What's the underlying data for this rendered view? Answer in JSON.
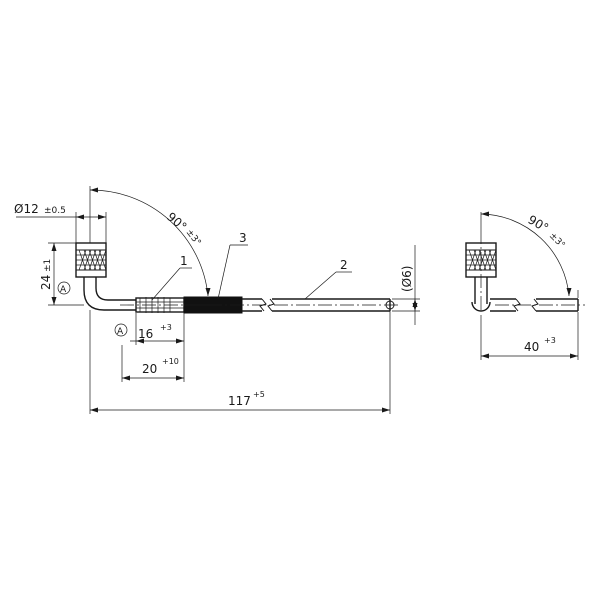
{
  "dimensions": {
    "d12": {
      "base": "Ø12",
      "tol": "±0.5"
    },
    "h24": {
      "base": "24",
      "tol": "±1"
    },
    "l16": {
      "base": "16",
      "tol": "+3"
    },
    "l20": {
      "base": "20",
      "tol": "+10"
    },
    "l117": {
      "base": "117",
      "tol": "+5"
    },
    "d6": {
      "base": "(Ø6)"
    },
    "a90_left": {
      "base": "90°",
      "tol": "±3°"
    },
    "a90_right": {
      "base": "90°",
      "tol": "±3°"
    },
    "l40": {
      "base": "40",
      "tol": "+3"
    }
  },
  "callouts": {
    "part1": "1",
    "part2": "2",
    "part3": "3"
  },
  "datum": {
    "a1": "A",
    "a2": "A"
  }
}
